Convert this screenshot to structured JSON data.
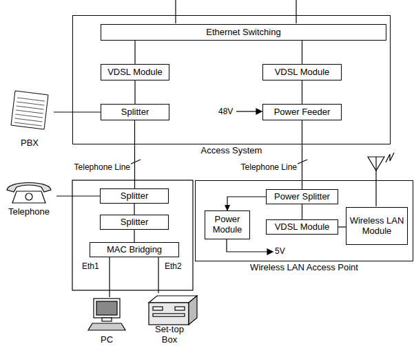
{
  "diagram": {
    "nodes": [
      {
        "text": [
          "Access System"
        ]
      },
      {
        "text": [
          "Ethernet Switching"
        ],
        "in": 0
      },
      {
        "text": [
          "VDSL Module"
        ],
        "in": 0
      },
      {
        "text": [
          "Splitter"
        ],
        "in": 0
      },
      {
        "text": [
          "VDSL Module"
        ],
        "in": 0
      },
      {
        "text": [
          "Power Feeder"
        ],
        "in": 0
      },
      {
        "text": [
          "PBX"
        ]
      },
      {
        "text": [
          "Telephone"
        ]
      },
      {
        "text": [
          "Splitter"
        ]
      },
      {
        "text": [
          "Splitter"
        ]
      },
      {
        "text": [
          "MAC Bridging"
        ]
      },
      {
        "text": [
          "PC"
        ]
      },
      {
        "text": [
          "Set-top Box"
        ]
      },
      {
        "text": [
          "Wireless LAN Access Point"
        ]
      },
      {
        "text": [
          "Power Splitter"
        ],
        "in": 13
      },
      {
        "text": [
          "Power Module"
        ],
        "in": 13
      },
      {
        "text": [
          "VDSL Module"
        ],
        "in": 13
      },
      {
        "text": [
          "Wireless LAN Module"
        ],
        "in": 13
      }
    ],
    "edges": [
      {
        "from": 1,
        "to": 2,
        "arrow": "none"
      },
      {
        "from": 1,
        "to": 4,
        "arrow": "none"
      },
      {
        "from": 2,
        "to": 3,
        "arrow": "none"
      },
      {
        "from": 4,
        "to": 5,
        "arrow": "none"
      },
      {
        "from": 6,
        "to": 3,
        "arrow": "none"
      },
      {
        "from": 3,
        "to": 8,
        "arrow": "none"
      },
      {
        "from": 7,
        "to": 8,
        "arrow": "none"
      },
      {
        "from": 8,
        "to": 9,
        "arrow": "none"
      },
      {
        "from": 9,
        "to": 10,
        "arrow": "none"
      },
      {
        "from": 10,
        "to": 11,
        "arrow": "none"
      },
      {
        "from": 10,
        "to": 12,
        "arrow": "none"
      },
      {
        "from": 5,
        "to": 14,
        "arrow": "none"
      },
      {
        "from": 14,
        "to": 15,
        "arrow": "to"
      },
      {
        "from": 14,
        "to": 16,
        "arrow": "none"
      },
      {
        "from": 16,
        "to": 17,
        "arrow": "none"
      }
    ],
    "labels": [
      "48V",
      "Telephone Line",
      "Telephone Line",
      "5V",
      "Eth1",
      "Eth2"
    ]
  }
}
